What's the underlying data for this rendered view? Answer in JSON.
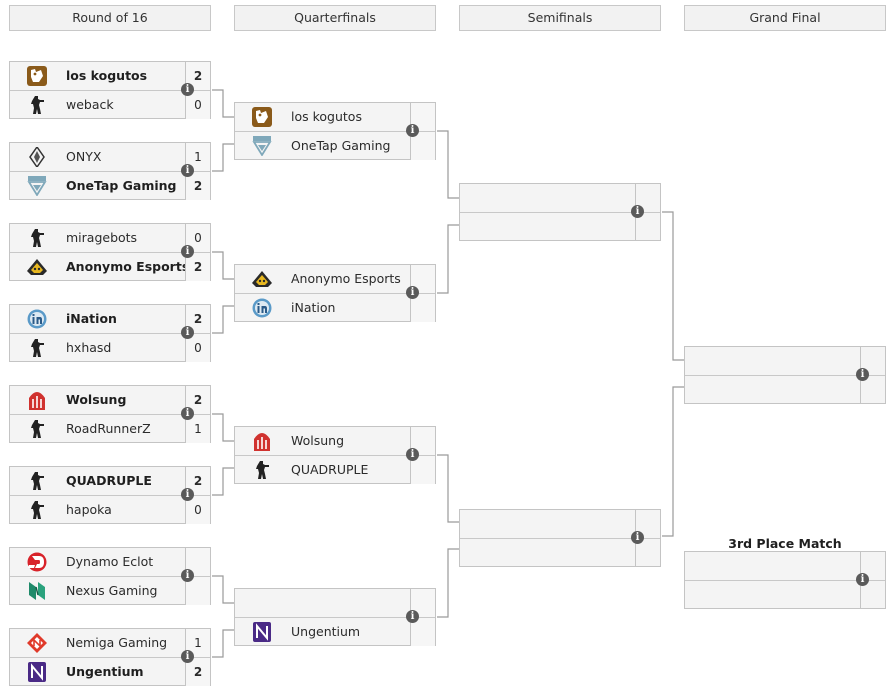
{
  "rounds": [
    "Round of 16",
    "Quarterfinals",
    "Semifinals",
    "Grand Final"
  ],
  "third_place_title": "3rd Place Match",
  "info_glyph": "i",
  "r16": [
    {
      "t1": {
        "name": "los kogutos",
        "score": "2",
        "win": true,
        "icon": "kogutos-logo"
      },
      "t2": {
        "name": "weback",
        "score": "0",
        "win": false,
        "icon": "csgo-player-icon"
      }
    },
    {
      "t1": {
        "name": "ONYX",
        "score": "1",
        "win": false,
        "icon": "onyx-logo"
      },
      "t2": {
        "name": "OneTap Gaming",
        "score": "2",
        "win": true,
        "icon": "onetap-logo"
      }
    },
    {
      "t1": {
        "name": "miragebots",
        "score": "0",
        "win": false,
        "icon": "csgo-player-icon"
      },
      "t2": {
        "name": "Anonymo Esports",
        "score": "2",
        "win": true,
        "icon": "anonymo-logo"
      }
    },
    {
      "t1": {
        "name": "iNation",
        "score": "2",
        "win": true,
        "icon": "ination-logo"
      },
      "t2": {
        "name": "hxhasd",
        "score": "0",
        "win": false,
        "icon": "csgo-player-icon"
      }
    },
    {
      "t1": {
        "name": "Wolsung",
        "score": "2",
        "win": true,
        "icon": "wolsung-logo"
      },
      "t2": {
        "name": "RoadRunnerZ",
        "score": "1",
        "win": false,
        "icon": "csgo-player-icon"
      }
    },
    {
      "t1": {
        "name": "QUADRUPLE",
        "score": "2",
        "win": true,
        "icon": "csgo-player-icon"
      },
      "t2": {
        "name": "hapoka",
        "score": "0",
        "win": false,
        "icon": "csgo-player-icon"
      }
    },
    {
      "t1": {
        "name": "Dynamo Eclot",
        "score": "",
        "win": false,
        "icon": "dynamo-logo"
      },
      "t2": {
        "name": "Nexus Gaming",
        "score": "",
        "win": false,
        "icon": "nexus-logo"
      }
    },
    {
      "t1": {
        "name": "Nemiga Gaming",
        "score": "1",
        "win": false,
        "icon": "nemiga-logo"
      },
      "t2": {
        "name": "Ungentium",
        "score": "2",
        "win": true,
        "icon": "ungentium-logo"
      }
    }
  ],
  "qf": [
    {
      "t1": {
        "name": "los kogutos",
        "icon": "kogutos-logo"
      },
      "t2": {
        "name": "OneTap Gaming",
        "icon": "onetap-logo"
      }
    },
    {
      "t1": {
        "name": "Anonymo Esports",
        "icon": "anonymo-logo"
      },
      "t2": {
        "name": "iNation",
        "icon": "ination-logo"
      }
    },
    {
      "t1": {
        "name": "Wolsung",
        "icon": "wolsung-logo"
      },
      "t2": {
        "name": "QUADRUPLE",
        "icon": "csgo-player-icon"
      }
    },
    {
      "t1": {
        "name": "",
        "icon": ""
      },
      "t2": {
        "name": "Ungentium",
        "icon": "ungentium-logo"
      }
    }
  ],
  "sf": [
    {
      "t1": {
        "name": ""
      },
      "t2": {
        "name": ""
      }
    },
    {
      "t1": {
        "name": ""
      },
      "t2": {
        "name": ""
      }
    }
  ],
  "gf": {
    "t1": {
      "name": ""
    },
    "t2": {
      "name": ""
    }
  },
  "third": {
    "t1": {
      "name": ""
    },
    "t2": {
      "name": ""
    }
  },
  "colors": {
    "kogutos": "#b07a2a",
    "wolsung": "#d0322f",
    "dynamo": "#d8232a",
    "nexus": "#1f8a6a",
    "nemiga": "#e03a2a",
    "ungentium": "#4a2a86",
    "anonymo": "#e8b820",
    "onetap": "#8ab6c8",
    "ination": "#4a8ab8"
  }
}
